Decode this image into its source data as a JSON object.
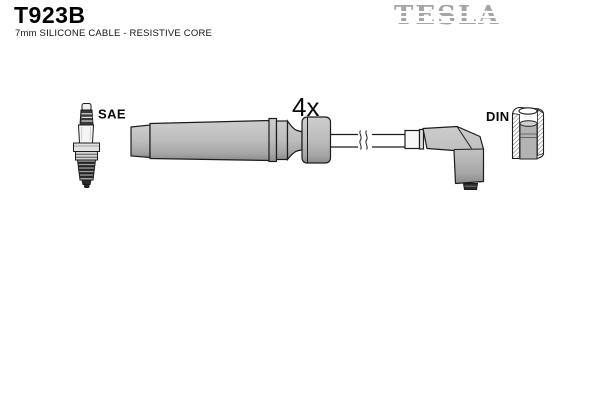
{
  "header": {
    "part_number": "T923B",
    "subtitle": "7mm SILICONE CABLE - RESISTIVE CORE",
    "brand": "TESLA"
  },
  "diagram": {
    "quantity_label": "4x",
    "spark_plug_end_label": "SAE",
    "distributor_end_label": "DIN",
    "colors": {
      "boot_gray": "#bcbcbc",
      "boot_gray_dark": "#8c8c8c",
      "outline": "#1c1c1c",
      "logo_gray": "#a5a5a5",
      "background": "#ffffff"
    }
  }
}
